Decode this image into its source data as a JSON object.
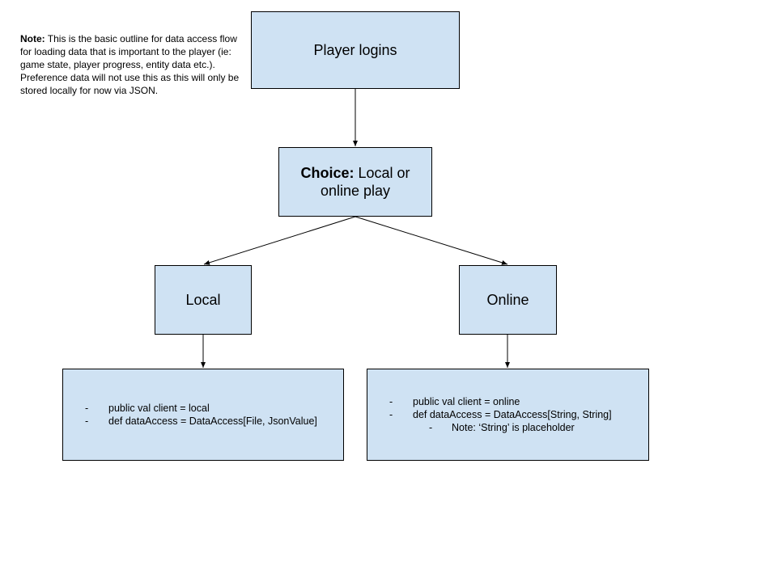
{
  "note": {
    "label": "Note:",
    "text": " This is the basic outline for data access flow for loading data that is important to the player (ie: game state, player progress, entity data etc.). Preference data will not use this as this will only be stored locally for now via JSON."
  },
  "nodes": {
    "login": "Player logins",
    "choice": {
      "bold": "Choice:",
      "rest": " Local or online play"
    },
    "local": "Local",
    "online": "Online"
  },
  "local_code": {
    "bullet": "-",
    "lines": [
      "public val client = local",
      "def dataAccess = DataAccess[File, JsonValue]"
    ]
  },
  "online_code": {
    "bullet": "-",
    "lines": [
      "public val client = online",
      "def dataAccess = DataAccess[String, String]"
    ],
    "sub_line": "Note: ‘String’ is placeholder"
  },
  "colors": {
    "box_fill": "#cfe2f3",
    "stroke": "#000000"
  }
}
